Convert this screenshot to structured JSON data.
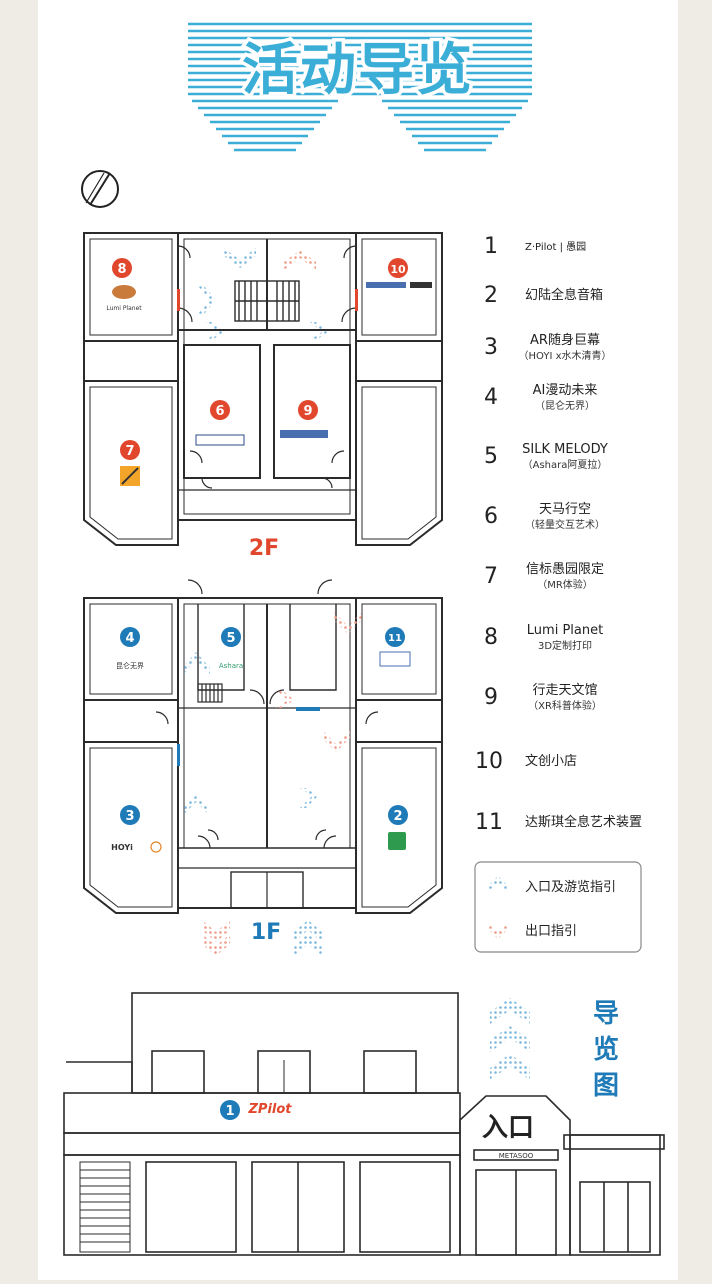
{
  "title": "活动导览",
  "floors": {
    "second": "2F",
    "first": "1F"
  },
  "rooms": {
    "r1": {
      "num": "1",
      "logo": "ZPilot"
    },
    "r2": {
      "num": "2"
    },
    "r3": {
      "num": "3",
      "logo": "HOYi"
    },
    "r4": {
      "num": "4",
      "logo": "昆仑无界"
    },
    "r5": {
      "num": "5",
      "logo": "Ashara"
    },
    "r6": {
      "num": "6"
    },
    "r7": {
      "num": "7"
    },
    "r8": {
      "num": "8",
      "logo": "Lumi Planet"
    },
    "r9": {
      "num": "9"
    },
    "r10": {
      "num": "10"
    },
    "r11": {
      "num": "11"
    }
  },
  "legend": [
    {
      "num": "1",
      "name": "Z·Pilot | 愚园",
      "sub": ""
    },
    {
      "num": "2",
      "name": "幻陆全息音箱",
      "sub": ""
    },
    {
      "num": "3",
      "name": "AR随身巨幕",
      "sub": "（HOYI x水木清青）"
    },
    {
      "num": "4",
      "name": "AI漫动未来",
      "sub": "（昆仑无界）"
    },
    {
      "num": "5",
      "name": "SILK MELODY",
      "sub": "（Ashara阿夏拉）"
    },
    {
      "num": "6",
      "name": "天马行空",
      "sub": "（轻量交互艺术）"
    },
    {
      "num": "7",
      "name": "信标愚园限定",
      "sub": "（MR体验）"
    },
    {
      "num": "8",
      "name": "Lumi Planet",
      "sub": "3D定制打印"
    },
    {
      "num": "9",
      "name": "行走天文馆",
      "sub": "（XR科普体验）"
    },
    {
      "num": "10",
      "name": "文创小店",
      "sub": ""
    },
    {
      "num": "11",
      "name": "达斯琪全息艺术装置",
      "sub": ""
    }
  ],
  "guide": {
    "entry": "入口及游览指引",
    "exit": "出口指引"
  },
  "facade": {
    "entrance": "入口",
    "side_title": [
      "导",
      "览",
      "图"
    ],
    "shop_sign": "METASOO"
  },
  "colors": {
    "blue": "#1f7ab8",
    "red": "#e0472c",
    "line": "#2b2b2b",
    "teal": "#2aa8c9"
  },
  "icons": {
    "compass": "compass-icon",
    "entry_arrow": "chevron-up-blue-icon",
    "exit_arrow": "chevron-down-red-icon"
  }
}
